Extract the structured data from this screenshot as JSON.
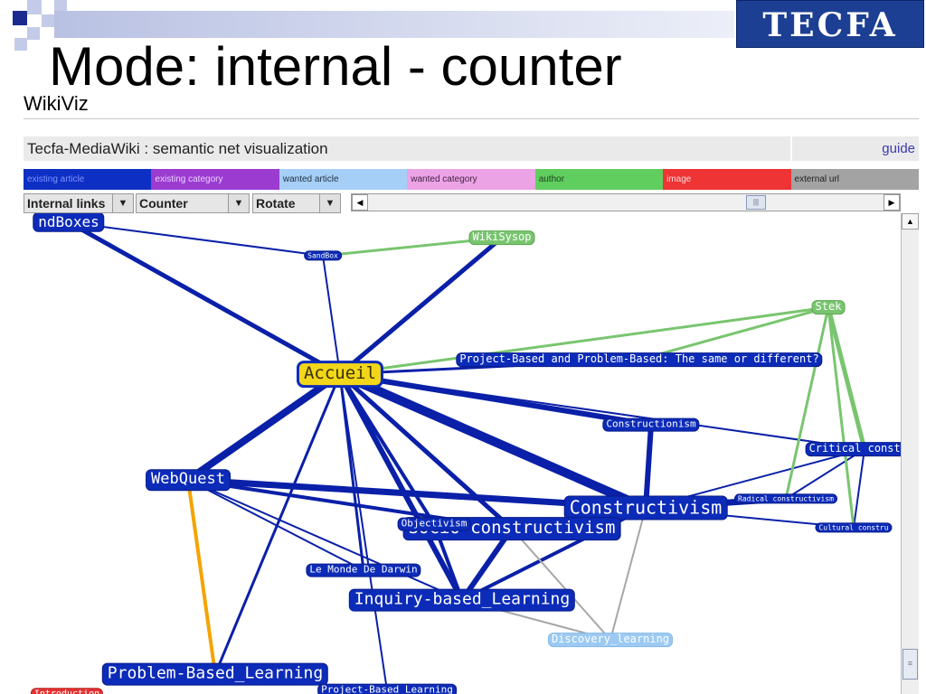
{
  "slide": {
    "title": "Mode: internal - counter",
    "logo_text": "TECFA"
  },
  "app": {
    "name": "WikiViz",
    "header_title": "Tecfa-MediaWiki : semantic net visualization",
    "guide_link": "guide"
  },
  "legend": [
    {
      "label": "existing article",
      "color": "#0d2fc4",
      "text_color": "#7e93ff"
    },
    {
      "label": "existing category",
      "color": "#9b3bd0",
      "text_color": "#ecd2ff"
    },
    {
      "label": "wanted article",
      "color": "#a6cff7",
      "text_color": "#223344"
    },
    {
      "label": "wanted category",
      "color": "#eba3e6",
      "text_color": "#442244"
    },
    {
      "label": "author",
      "color": "#5fce5f",
      "text_color": "#1e3f1e"
    },
    {
      "label": "image",
      "color": "#ee3434",
      "text_color": "#ffd8d8"
    },
    {
      "label": "external url",
      "color": "#a3a3a3",
      "text_color": "#222222"
    }
  ],
  "toolbar": {
    "link_mode": "Internal links",
    "size_mode": "Counter",
    "action": "Rotate"
  },
  "icons": {
    "dropdown": "chevron-down-icon",
    "scroll_left": "arrow-left-icon",
    "scroll_right": "arrow-right-icon",
    "scroll_up": "arrow-up-icon",
    "scroll_down": "arrow-down-icon",
    "grip": "grip-icon"
  },
  "colors": {
    "article": "#0c2bb8",
    "article_edge": "#0a20a8",
    "center_node": "#f2d61a",
    "author": "#79c56f",
    "wanted_article": "#9ccaf2",
    "external": "#a6a6a6",
    "category": "#f3a400",
    "image": "#e53232"
  },
  "graph": {
    "nodes": [
      {
        "id": "ndBoxes",
        "label": "ndBoxes",
        "kind": "article"
      },
      {
        "id": "SandBox",
        "label": "SandBox",
        "kind": "article"
      },
      {
        "id": "WikiSysop",
        "label": "WikiSysop",
        "kind": "author"
      },
      {
        "id": "Stek",
        "label": "Stek",
        "kind": "author"
      },
      {
        "id": "Accueil",
        "label": "Accueil",
        "kind": "center"
      },
      {
        "id": "PBvsPB",
        "label": "Project-Based and Problem-Based: The same or different?",
        "kind": "article"
      },
      {
        "id": "Constructionism",
        "label": "Constructionism",
        "kind": "article"
      },
      {
        "id": "Critical",
        "label": "Critical construc",
        "kind": "article"
      },
      {
        "id": "WebQuest",
        "label": "WebQuest",
        "kind": "article"
      },
      {
        "id": "Constructivism",
        "label": "Constructivism",
        "kind": "article"
      },
      {
        "id": "Radical",
        "label": "Radical constructivism",
        "kind": "article"
      },
      {
        "id": "Cultural",
        "label": "Cultural constru",
        "kind": "article"
      },
      {
        "id": "SocioConst",
        "label": "Socio-constructivism",
        "kind": "article"
      },
      {
        "id": "Objectivism",
        "label": "Objectivism",
        "kind": "article"
      },
      {
        "id": "LeMonde",
        "label": "Le Monde De Darwin",
        "kind": "article"
      },
      {
        "id": "Inquiry",
        "label": "Inquiry-based_Learning",
        "kind": "article"
      },
      {
        "id": "Discovery",
        "label": "Discovery_learning",
        "kind": "wanted_article"
      },
      {
        "id": "PBL",
        "label": "Problem-Based_Learning",
        "kind": "article"
      },
      {
        "id": "ProjectBased",
        "label": "Project-Based Learning",
        "kind": "article"
      },
      {
        "id": "Image",
        "label": "Introduction",
        "kind": "image"
      }
    ],
    "edges": [
      {
        "from": "Accueil",
        "to": "ndBoxes",
        "kind": "article"
      },
      {
        "from": "Accueil",
        "to": "SandBox",
        "kind": "article"
      },
      {
        "from": "SandBox",
        "to": "ndBoxes",
        "kind": "article"
      },
      {
        "from": "SandBox",
        "to": "WikiSysop",
        "kind": "author"
      },
      {
        "from": "Accueil",
        "to": "WikiSysop",
        "kind": "article"
      },
      {
        "from": "Accueil",
        "to": "PBvsPB",
        "kind": "article"
      },
      {
        "from": "Accueil",
        "to": "Constructionism",
        "kind": "article"
      },
      {
        "from": "Accueil",
        "to": "Constructivism",
        "kind": "article"
      },
      {
        "from": "Accueil",
        "to": "SocioConst",
        "kind": "article"
      },
      {
        "from": "Accueil",
        "to": "Objectivism",
        "kind": "article"
      },
      {
        "from": "Accueil",
        "to": "LeMonde",
        "kind": "article"
      },
      {
        "from": "Accueil",
        "to": "Inquiry",
        "kind": "article"
      },
      {
        "from": "Accueil",
        "to": "WebQuest",
        "kind": "article"
      },
      {
        "from": "Accueil",
        "to": "PBL",
        "kind": "article"
      },
      {
        "from": "Accueil",
        "to": "ProjectBased",
        "kind": "article"
      },
      {
        "from": "Accueil",
        "to": "Critical",
        "kind": "article"
      },
      {
        "from": "Constructionism",
        "to": "Constructivism",
        "kind": "article"
      },
      {
        "from": "WebQuest",
        "to": "Constructivism",
        "kind": "article"
      },
      {
        "from": "WebQuest",
        "to": "SocioConst",
        "kind": "article"
      },
      {
        "from": "WebQuest",
        "to": "LeMonde",
        "kind": "article"
      },
      {
        "from": "WebQuest",
        "to": "Inquiry",
        "kind": "article"
      },
      {
        "from": "Constructivism",
        "to": "Radical",
        "kind": "article"
      },
      {
        "from": "Constructivism",
        "to": "Cultural",
        "kind": "article"
      },
      {
        "from": "Constructivism",
        "to": "SocioConst",
        "kind": "article"
      },
      {
        "from": "Constructivism",
        "to": "Critical",
        "kind": "article"
      },
      {
        "from": "Constructivism",
        "to": "Inquiry",
        "kind": "article"
      },
      {
        "from": "Radical",
        "to": "Critical",
        "kind": "article"
      },
      {
        "from": "Cultural",
        "to": "Critical",
        "kind": "article"
      },
      {
        "from": "Inquiry",
        "to": "Objectivism",
        "kind": "article"
      },
      {
        "from": "Inquiry",
        "to": "SocioConst",
        "kind": "article"
      },
      {
        "from": "Inquiry",
        "to": "Discovery",
        "kind": "external"
      },
      {
        "from": "Constructivism",
        "to": "Discovery",
        "kind": "external"
      },
      {
        "from": "SocioConst",
        "to": "Discovery",
        "kind": "external"
      },
      {
        "from": "Stek",
        "to": "Critical",
        "kind": "author"
      },
      {
        "from": "Stek",
        "to": "Radical",
        "kind": "author"
      },
      {
        "from": "Stek",
        "to": "Cultural",
        "kind": "author"
      },
      {
        "from": "Stek",
        "to": "PBvsPB",
        "kind": "author"
      },
      {
        "from": "Stek",
        "to": "Accueil",
        "kind": "author"
      },
      {
        "from": "WebQuest",
        "to": "PBL",
        "kind": "category"
      }
    ]
  }
}
